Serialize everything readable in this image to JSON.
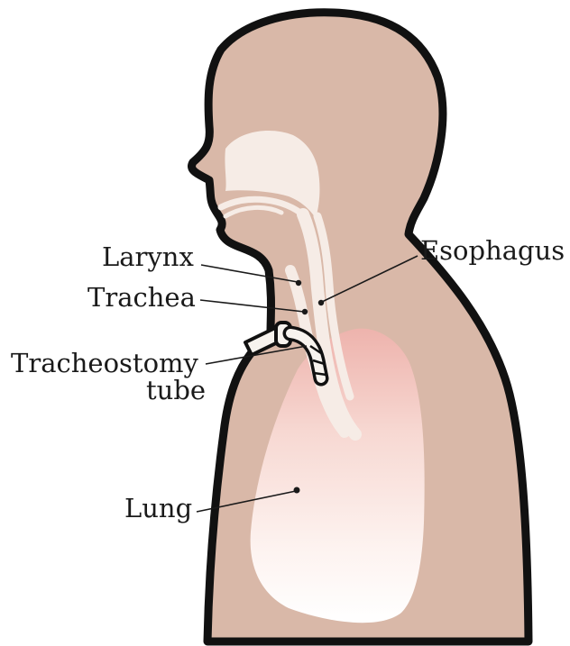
{
  "diagram": {
    "labels": {
      "larynx": "Larynx",
      "trachea": "Trachea",
      "tracheostomy_line1": "Tracheostomy",
      "tracheostomy_line2": "tube",
      "esophagus": "Esophagus",
      "lung": "Lung"
    },
    "colors": {
      "skin": "#d9b8a8",
      "outline": "#111111",
      "airway": "#f6ece6",
      "lung_top": "#efb3ad",
      "lung_bottom": "#ffffff",
      "tube": "#f7f3ee"
    }
  }
}
